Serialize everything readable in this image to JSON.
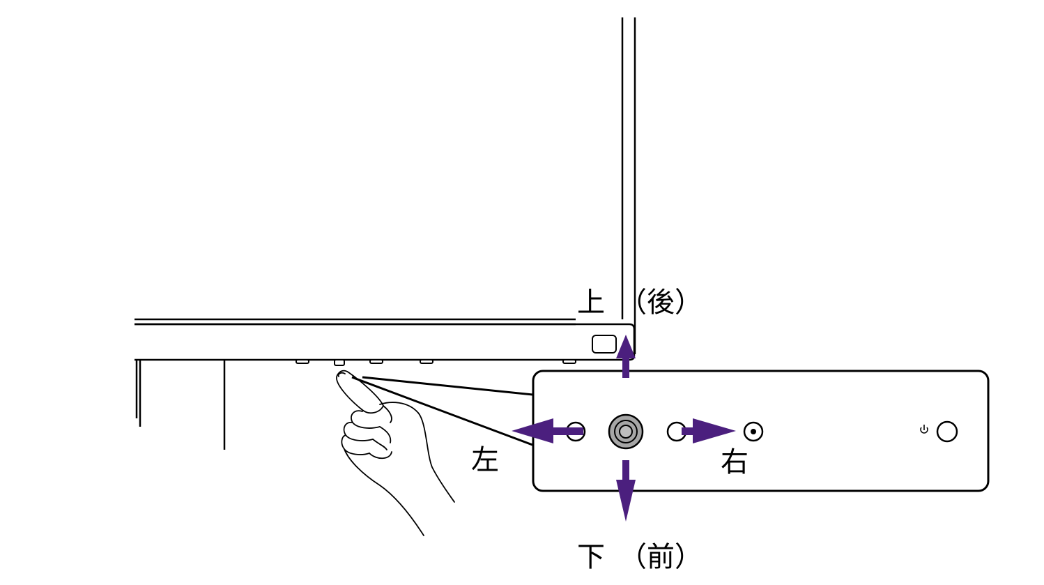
{
  "labels": {
    "up": "上　（後）",
    "down": "下　（前）",
    "left": "左",
    "right": "右"
  },
  "colors": {
    "arrow": "#4b1f7e",
    "line": "#000000",
    "joystick_fill": "#a6a6a6",
    "background": "#ffffff"
  },
  "icons": {
    "power": "power-icon",
    "pointing_hand": "hand-icon"
  }
}
